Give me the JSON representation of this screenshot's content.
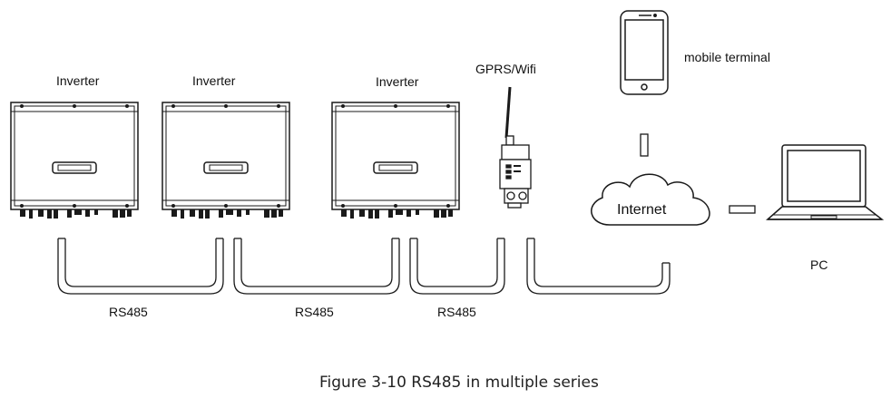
{
  "labels": {
    "inverter_1": "Inverter",
    "inverter_2": "Inverter",
    "inverter_3": "Inverter",
    "gprs_wifi": "GPRS/Wifi",
    "mobile_terminal": "mobile terminal",
    "internet": "Internet",
    "pc": "PC",
    "rs485_1": "RS485",
    "rs485_2": "RS485",
    "rs485_3": "RS485"
  },
  "caption": "Figure 3-10 RS485 in multiple series",
  "colors": {
    "line": "#1a1a1a",
    "fill": "#ffffff"
  }
}
